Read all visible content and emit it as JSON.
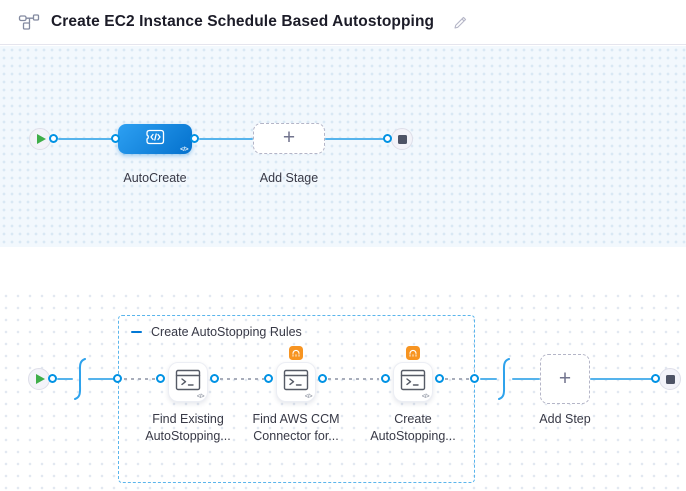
{
  "header": {
    "title": "Create EC2 Instance Schedule Based Autostopping"
  },
  "stage_canvas": {
    "stage_label": "AutoCreate",
    "stage_corner_glyph": "</>",
    "add_stage_label": "Add Stage",
    "plus": "+"
  },
  "execution_canvas": {
    "group_label": "Create AutoStopping Rules",
    "steps": [
      {
        "line1": "Find Existing",
        "line2": "AutoStopping...",
        "corner_glyph": "</>"
      },
      {
        "line1": "Find AWS CCM",
        "line2": "Connector for...",
        "corner_glyph": "</>"
      },
      {
        "line1": "Create",
        "line2": "AutoStopping...",
        "corner_glyph": "</>"
      }
    ],
    "add_step_label": "Add Step",
    "plus": "+"
  },
  "colors": {
    "accent_blue": "#0092e4",
    "stage_blue": "#0278d5",
    "line_blue": "#55b3ec",
    "badge_orange": "#f79421",
    "play_green": "#3fae49",
    "end_slate": "#4e5365"
  }
}
